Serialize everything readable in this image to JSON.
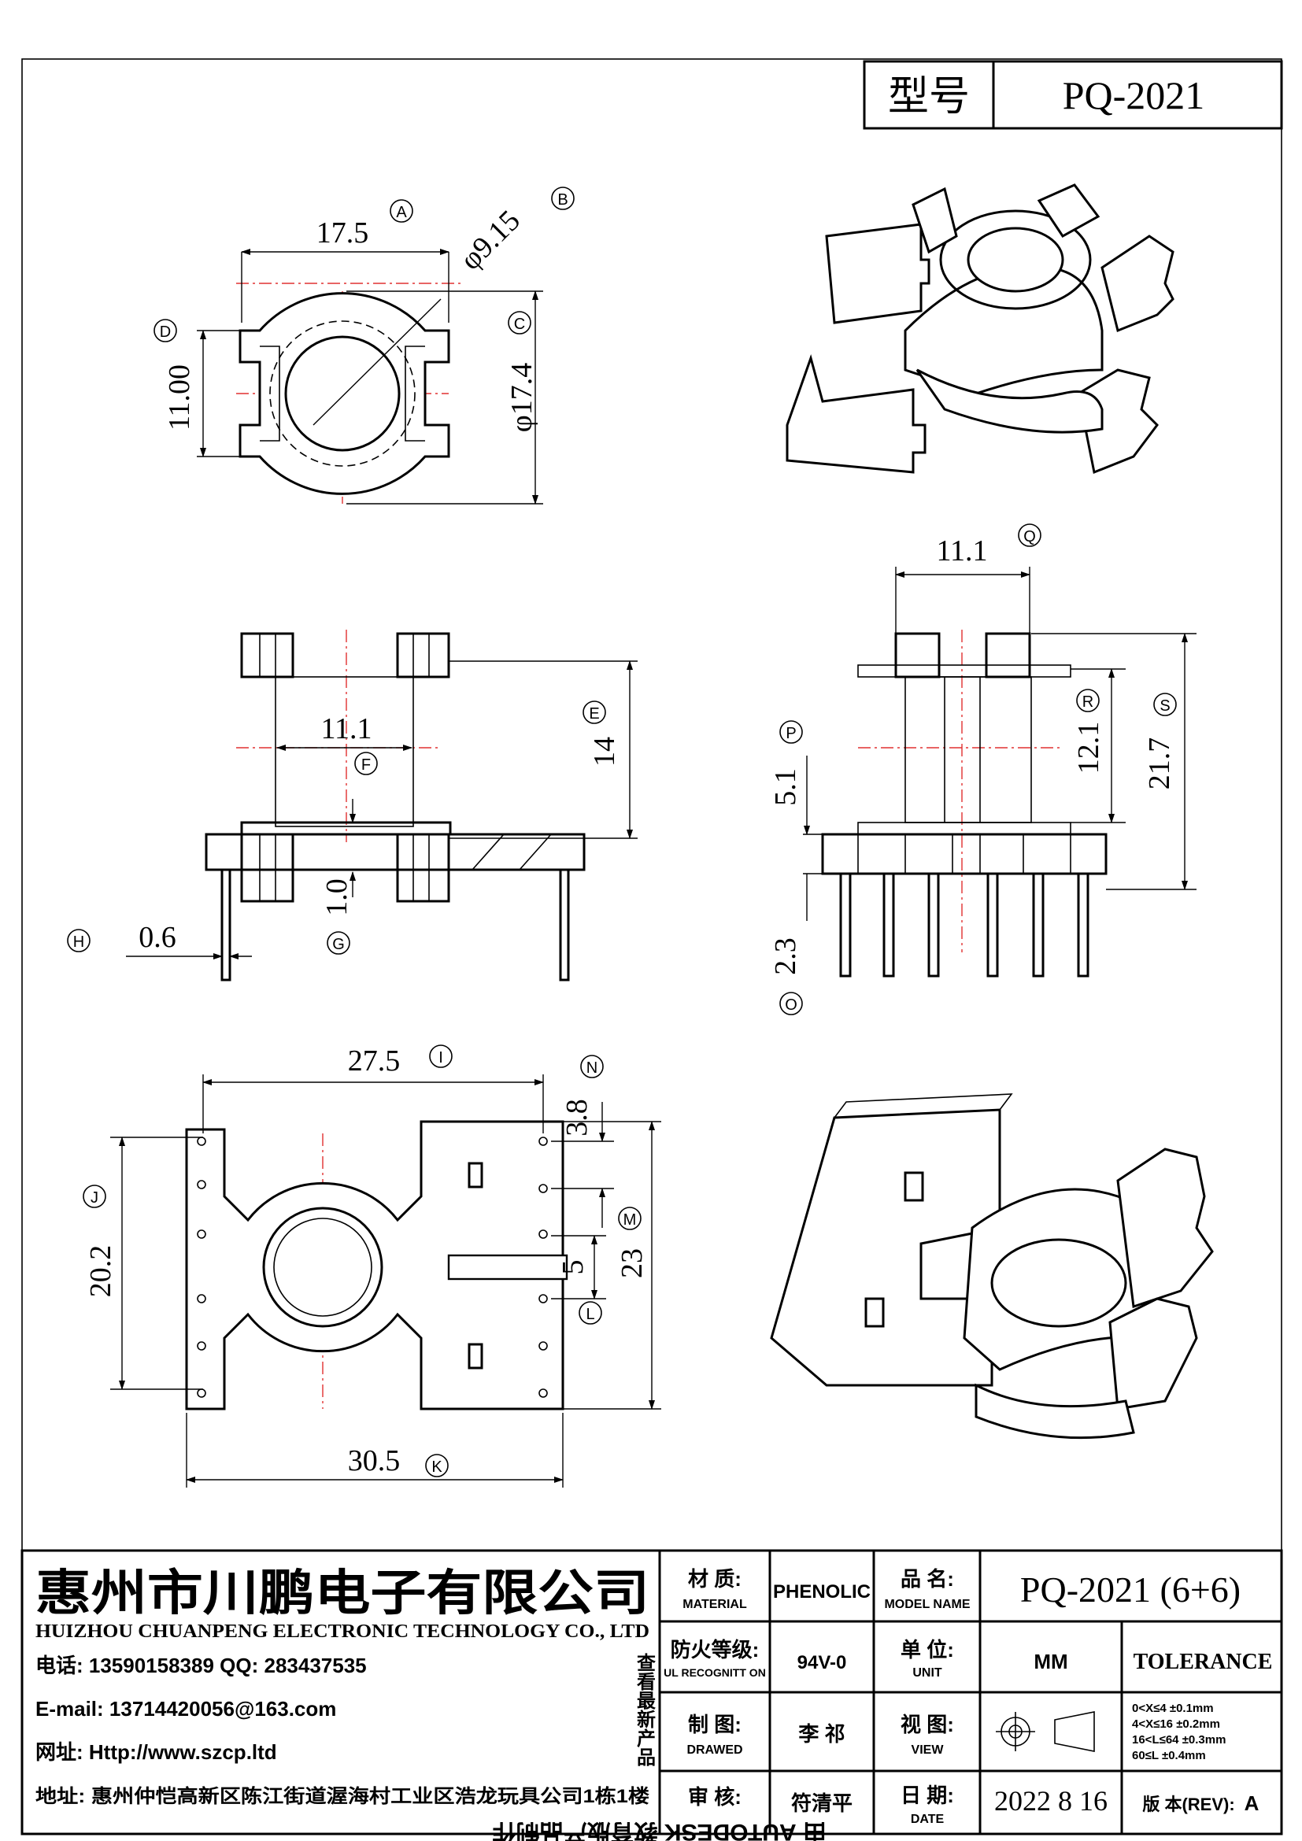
{
  "header": {
    "model_label": "型号",
    "model_value": "PQ-2021"
  },
  "dimensions": {
    "top_view": [
      {
        "value": "17.5",
        "ref": "A"
      },
      {
        "value": "φ9.15",
        "ref": "B"
      },
      {
        "value": "φ17.4",
        "ref": "C"
      },
      {
        "value": "11.00",
        "ref": "D"
      }
    ],
    "front_view": [
      {
        "value": "14",
        "ref": "E"
      },
      {
        "value": "11.1",
        "ref": "F"
      },
      {
        "value": "1.0",
        "ref": "G"
      },
      {
        "value": "0.6",
        "ref": "H"
      }
    ],
    "side_view": [
      {
        "value": "11.1",
        "ref": "Q"
      },
      {
        "value": "12.1",
        "ref": "R"
      },
      {
        "value": "21.7",
        "ref": "S"
      },
      {
        "value": "5.1",
        "ref": "P"
      },
      {
        "value": "2.3",
        "ref": "O"
      }
    ],
    "bottom_view": [
      {
        "value": "27.5",
        "ref": "I"
      },
      {
        "value": "20.2",
        "ref": "J"
      },
      {
        "value": "30.5",
        "ref": "K"
      },
      {
        "value": "23",
        "ref": "M"
      },
      {
        "value": "3.8",
        "ref": "N"
      },
      {
        "value": "5",
        "ref": "L"
      }
    ]
  },
  "title_block": {
    "company_cn": "惠州市川鹏电子有限公司",
    "company_en": "HUIZHOU CHUANPENG ELECTRONIC TECHNOLOGY CO., LTD",
    "phone": "电话: 13590158389  QQ: 283437535",
    "email": "E-mail: 13714420056@163.com",
    "website": "网址: Http://www.szcp.ltd",
    "address": "地址: 惠州仲恺高新区陈江街道渥海村工业区浩龙玩具公司1栋1楼",
    "side_note": "查看最新产品",
    "material_label_cn": "材 质:",
    "material_label_en": "MATERIAL",
    "material_value": "PHENOLIC",
    "fire_label_cn": "防火等级:",
    "fire_label_en": "UL RECOGNITT ON",
    "fire_value": "94V-0",
    "drawn_label_cn": "制 图:",
    "drawn_label_en": "DRAWED",
    "drawn_value": "李 祁",
    "review_label_cn": "审 核:",
    "review_value": "符清平",
    "name_label_cn": "品 名:",
    "name_label_en": "MODEL NAME",
    "name_value": "PQ-2021 (6+6)",
    "unit_label_cn": "单 位:",
    "unit_label_en": "UNIT",
    "unit_value": "MM",
    "view_label_cn": "视 图:",
    "view_label_en": "VIEW",
    "date_label_cn": "日 期:",
    "date_label_en": "DATE",
    "date_value": "2022 8 16",
    "tolerance_title": "TOLERANCE",
    "tolerance_rows": [
      "0<X≤4    ±0.1mm",
      "4<X≤16   ±0.2mm",
      "16<L≤64 ±0.3mm",
      "60≤L        ±0.4mm"
    ],
    "rev_label": "版 本(REV):",
    "rev_value": "A",
    "watermark": "由 AUTODESK 教育版产品制作"
  }
}
